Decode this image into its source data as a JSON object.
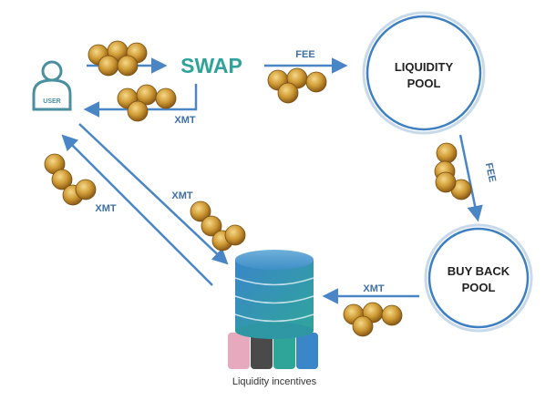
{
  "user": {
    "label": "USER"
  },
  "swap": {
    "label": "SWAP"
  },
  "liquidity_pool": {
    "line1": "LIQUIDITY",
    "line2": "POOL"
  },
  "buy_back_pool": {
    "line1": "BUY BACK",
    "line2": "POOL"
  },
  "database": {
    "label": "Liquidity incentives"
  },
  "flows": {
    "swap_to_pool": "FEE",
    "pool_to_buyback": "FEE",
    "swap_to_user": "XMT",
    "user_to_db": "XMT",
    "db_to_user": "XMT",
    "buyback_to_db": "XMT"
  },
  "colors": {
    "arrow": "#4a86c5",
    "swap_text": "#2fa39a",
    "label_blue": "#3f6fa5",
    "circle_stroke": "#3d7fc1",
    "coin": "#c9962e",
    "user_icon": "#4a8fa0"
  }
}
